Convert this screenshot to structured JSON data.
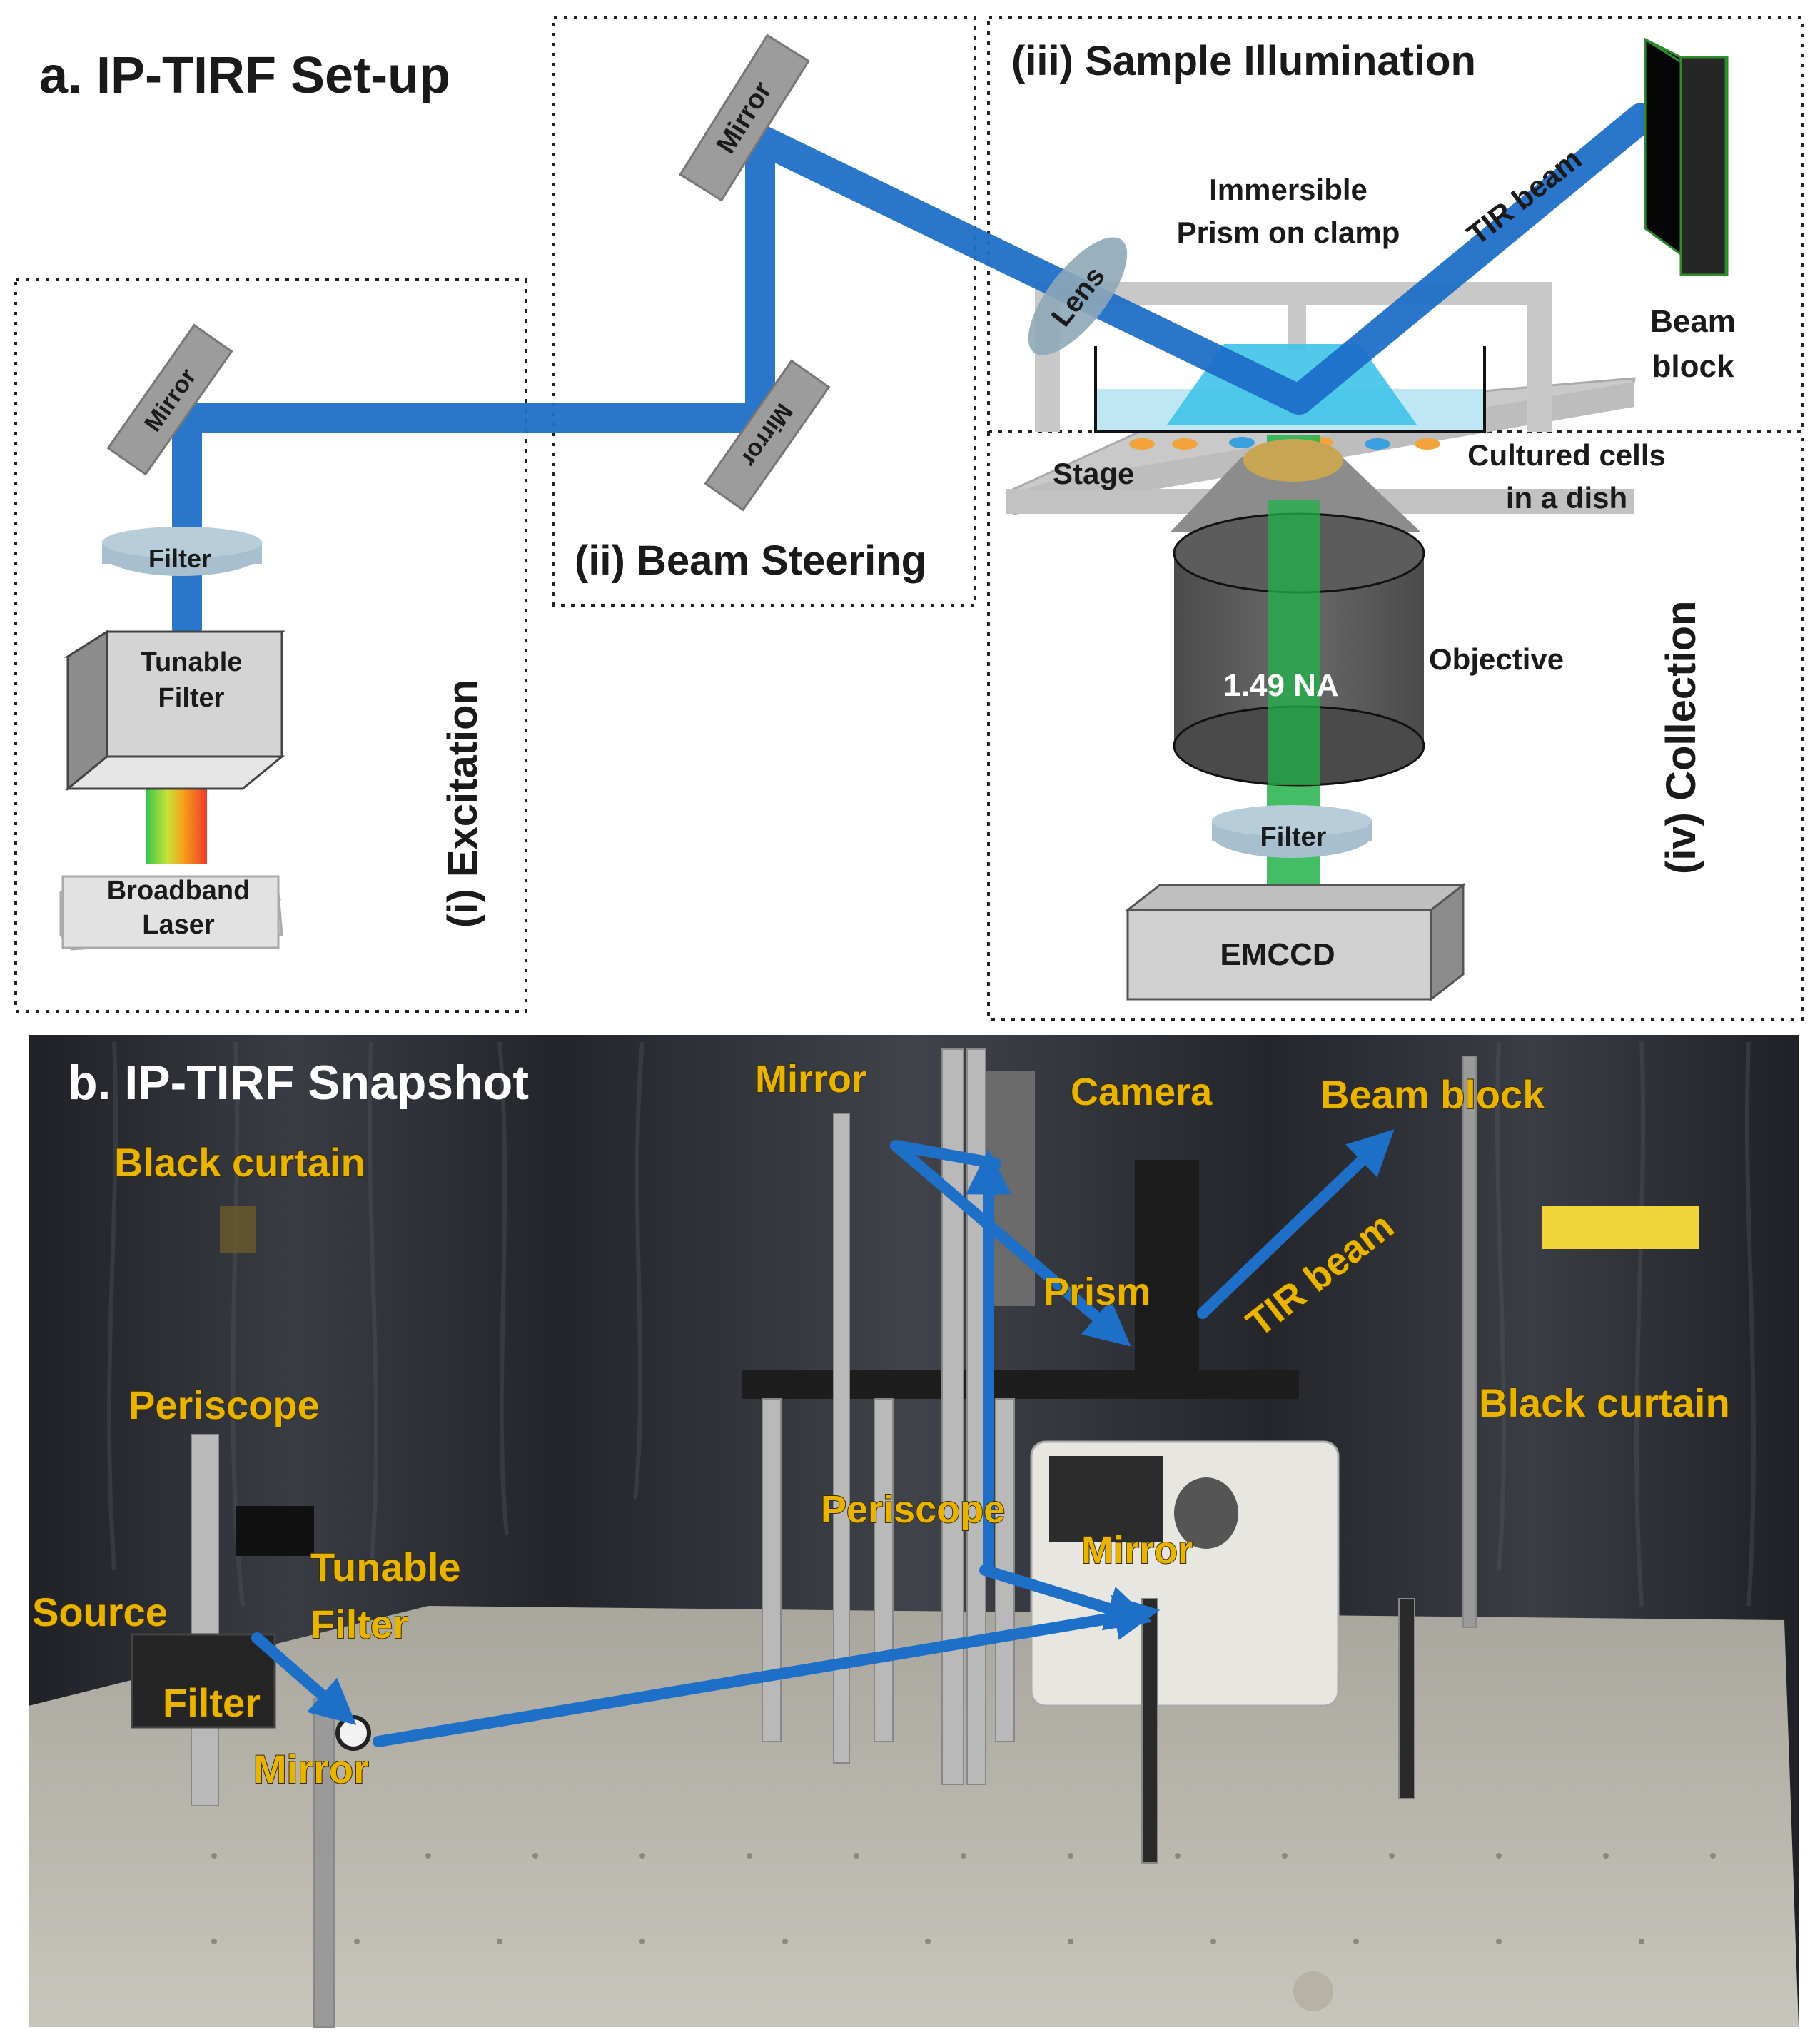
{
  "panel_a": {
    "title": "a. IP-TIRF Set-up",
    "sections": {
      "excitation": "(i) Excitation",
      "beam_steering": "(ii) Beam Steering",
      "sample_illumination": "(iii) Sample Illumination",
      "collection": "(iv) Collection"
    },
    "components": {
      "mirror": "Mirror",
      "filter": "Filter",
      "tunable_filter_1": "Tunable",
      "tunable_filter_2": "Filter",
      "broadband_laser_1": "Broadband",
      "broadband_laser_2": "Laser",
      "lens": "Lens",
      "prism_1": "Immersible",
      "prism_2": "Prism on clamp",
      "tir_beam": "TIR beam",
      "beam_block_1": "Beam",
      "beam_block_2": "block",
      "stage": "Stage",
      "cells_1": "Cultured cells",
      "cells_2": "in a dish",
      "objective": "Objective",
      "na": "1.49 NA",
      "emccd": "EMCCD"
    },
    "colors": {
      "excitation_beam": "#1e6fc8",
      "emission_beam": "#22b34a",
      "component_gray": "#9c9c9c",
      "beam_block": "#1a1a1a",
      "prism": "#3fc2e8"
    }
  },
  "panel_b": {
    "title": "b. IP-TIRF Snapshot",
    "labels": {
      "black_curtain_left": "Black curtain",
      "black_curtain_right": "Black curtain",
      "mirror_top": "Mirror",
      "camera": "Camera",
      "beam_block": "Beam block",
      "prism": "Prism",
      "tir_beam": "TIR beam",
      "periscope_left": "Periscope",
      "periscope_center": "Periscope",
      "mirror_center": "Mirror",
      "tunable_1": "Tunable",
      "tunable_2": "Filter",
      "source": "Source",
      "filter": "Filter",
      "mirror_bottom": "Mirror"
    },
    "colors": {
      "label": "#e8b400",
      "beam_arrow": "#1e6fc8",
      "curtain": "#2b2d33",
      "table": "#b9b6ad"
    }
  }
}
